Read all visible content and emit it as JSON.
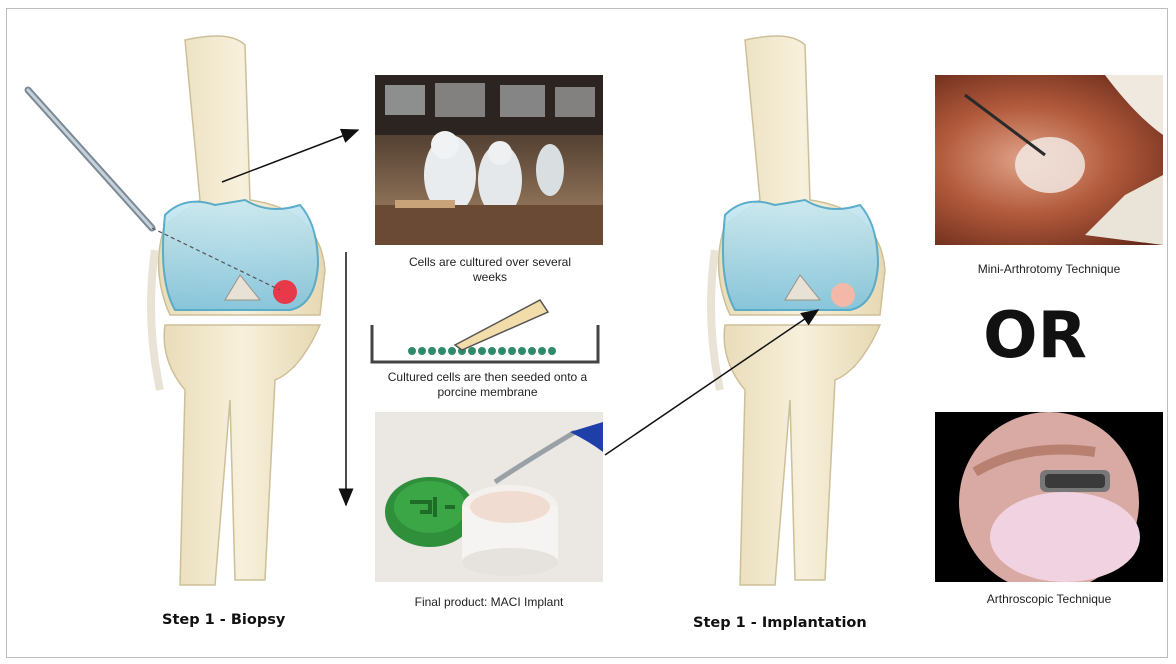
{
  "captions": {
    "cultured": "Cells are cultured over several weeks",
    "seeded": "Cultured cells are then seeded onto a porcine membrane",
    "final": "Final product: MACI Implant",
    "mini": "Mini-Arthrotomy Technique",
    "arthroscopic": "Arthroscopic Technique"
  },
  "steps": {
    "biopsy": "Step 1 - Biopsy",
    "implantation": "Step 1 - Implantation"
  },
  "or_text": "OR",
  "colors": {
    "bone": "#f2ead2",
    "cartilage": "#9fd3e6",
    "defect_red": "#e8394a",
    "implant_pink": "#f4b8a8",
    "arrow": "#111111"
  }
}
